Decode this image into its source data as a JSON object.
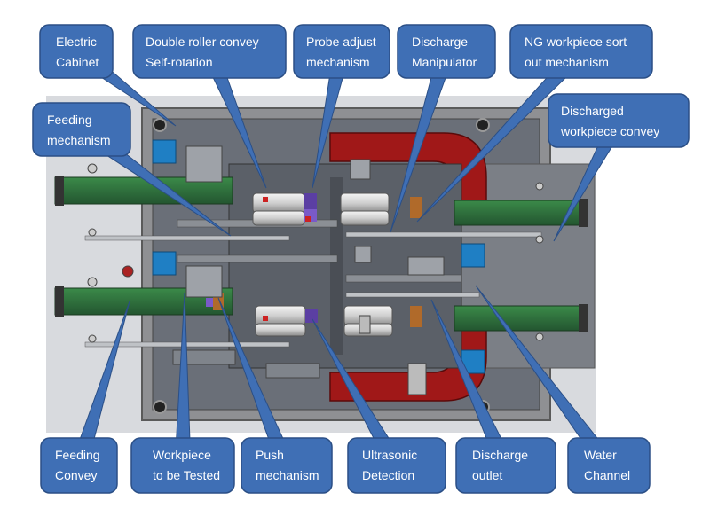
{
  "diagram": {
    "labels": [
      {
        "id": "electric-cabinet",
        "lines": [
          "Electric",
          "Cabinet"
        ]
      },
      {
        "id": "double-roller-convey",
        "lines": [
          "Double roller convey",
          "Self-rotation"
        ]
      },
      {
        "id": "probe-adjust-mechanism",
        "lines": [
          "Probe adjust",
          "mechanism"
        ]
      },
      {
        "id": "discharge-manipulator",
        "lines": [
          "Discharge",
          "Manipulator"
        ]
      },
      {
        "id": "ng-workpiece-sort",
        "lines": [
          "NG workpiece sort",
          "out mechanism"
        ]
      },
      {
        "id": "discharged-workpiece-convey",
        "lines": [
          "Discharged",
          "workpiece convey"
        ]
      },
      {
        "id": "feeding-mechanism",
        "lines": [
          "Feeding",
          "mechanism"
        ]
      },
      {
        "id": "feeding-convey",
        "lines": [
          "Feeding",
          "Convey"
        ]
      },
      {
        "id": "workpiece-to-be-tested",
        "lines": [
          "Workpiece",
          "to be Tested"
        ]
      },
      {
        "id": "push-mechanism",
        "lines": [
          "Push",
          "mechanism"
        ]
      },
      {
        "id": "ultrasonic-detection",
        "lines": [
          "Ultrasonic",
          "Detection"
        ]
      },
      {
        "id": "discharge-outlet",
        "lines": [
          "Discharge",
          "outlet"
        ]
      },
      {
        "id": "water-channel",
        "lines": [
          "Water",
          "Channel"
        ]
      }
    ],
    "colors": {
      "callout_fill": "#3f6fb5",
      "callout_stroke": "#2b4f86",
      "machine_frame": "#8f8f8f",
      "machine_base": "#6a6f78",
      "belt_green": "#2f6b3a",
      "water_red": "#a01818",
      "motor_blue": "#1f7fc4"
    }
  }
}
